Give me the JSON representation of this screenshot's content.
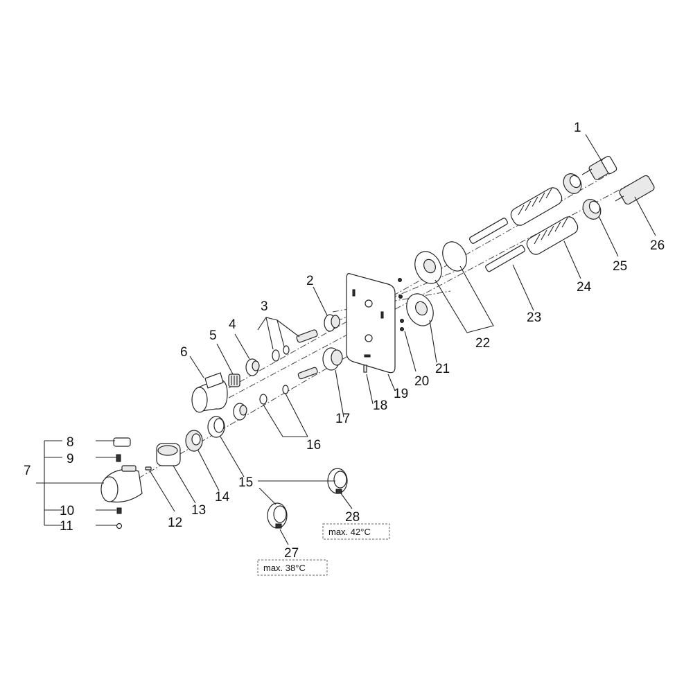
{
  "callouts": {
    "c1": "1",
    "c2": "2",
    "c3": "3",
    "c4": "4",
    "c5": "5",
    "c6": "6",
    "c7": "7",
    "c8": "8",
    "c9": "9",
    "c10": "10",
    "c11": "11",
    "c12": "12",
    "c13": "13",
    "c14": "14",
    "c15": "15",
    "c16": "16",
    "c17": "17",
    "c18": "18",
    "c19": "19",
    "c20": "20",
    "c21": "21",
    "c22": "22",
    "c23": "23",
    "c24": "24",
    "c25": "25",
    "c26": "26",
    "c27": "27",
    "c28": "28"
  },
  "notes": {
    "n27": "max. 38°C",
    "n28": "max. 42°C"
  }
}
